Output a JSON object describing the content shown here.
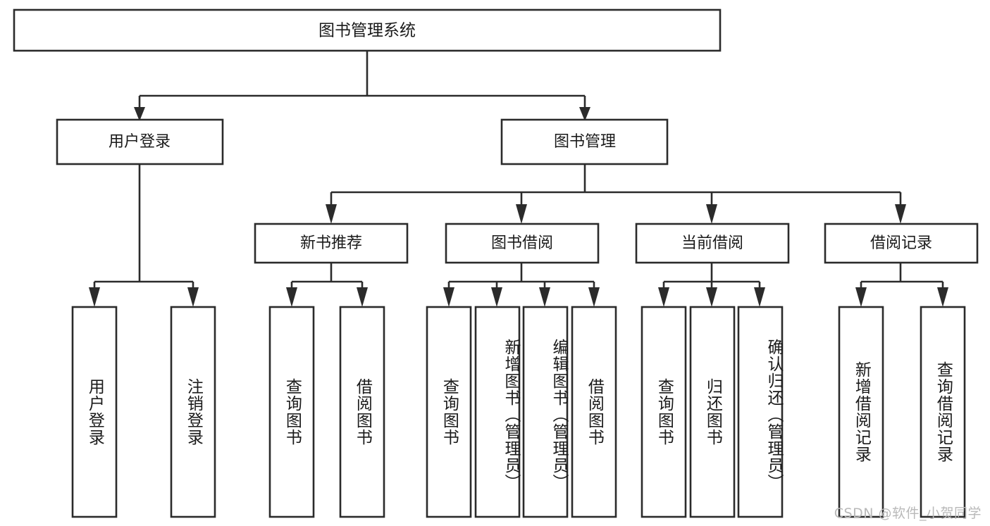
{
  "diagram": {
    "title": "图书管理系统",
    "type": "tree-hierarchy-diagram",
    "colors": {
      "box_fill": "#ffffff",
      "box_stroke": "#2b2b2b",
      "text": "#1a1a1a",
      "background": "#ffffff",
      "watermark": "#b9b9b9"
    },
    "root": {
      "label": "图书管理系统"
    },
    "level2": [
      {
        "id": "user-login",
        "label": "用户登录"
      },
      {
        "id": "book-management",
        "label": "图书管理"
      }
    ],
    "level3": [
      {
        "id": "new-book-recommend",
        "label": "新书推荐"
      },
      {
        "id": "book-borrow",
        "label": "图书借阅"
      },
      {
        "id": "current-borrow",
        "label": "当前借阅"
      },
      {
        "id": "borrow-record",
        "label": "借阅记录"
      }
    ],
    "leaves": {
      "user_login": [
        {
          "id": "leaf-user-login",
          "label": "用户登录"
        },
        {
          "id": "leaf-logout-login",
          "label": "注销登录"
        }
      ],
      "new_book_recommend": [
        {
          "id": "leaf-query-book-1",
          "label": "查询图书"
        },
        {
          "id": "leaf-borrow-book-1",
          "label": "借阅图书"
        }
      ],
      "book_borrow": [
        {
          "id": "leaf-query-book-2",
          "label": "查询图书"
        },
        {
          "id": "leaf-add-book",
          "label": "新增图书（管理员）"
        },
        {
          "id": "leaf-edit-book",
          "label": "编辑图书（管理员）"
        },
        {
          "id": "leaf-borrow-book-2",
          "label": "借阅图书"
        }
      ],
      "current_borrow": [
        {
          "id": "leaf-query-book-3",
          "label": "查询图书"
        },
        {
          "id": "leaf-return-book",
          "label": "归还图书"
        },
        {
          "id": "leaf-confirm-return",
          "label": "确认归还（管理员）"
        }
      ],
      "borrow_record": [
        {
          "id": "leaf-add-record",
          "label": "新增借阅记录"
        },
        {
          "id": "leaf-query-record",
          "label": "查询借阅记录"
        }
      ]
    },
    "watermark": "CSDN @软件_小贺同学"
  }
}
